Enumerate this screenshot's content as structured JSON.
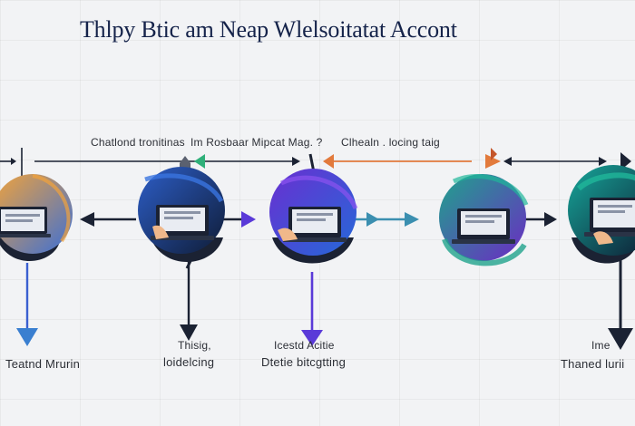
{
  "title": "Thlpy Btic am Neap Wlelsoitatat Accont",
  "top_labels": [
    "Chatlond tronitinas",
    "Im Rosbaar Mipcat Mag. ?",
    "Clhealn . locing taig"
  ],
  "bottom_labels": [
    {
      "line1": "",
      "line2": "Teatnd Mrurin"
    },
    {
      "line1": "Thisig,",
      "line2": "loidelcing"
    },
    {
      "line1": "Icestd Acitie",
      "line2": "Dtetie bitcgtting"
    },
    {
      "line1": "Ime",
      "line2": "Thaned lurii"
    }
  ],
  "nodes": [
    {
      "id": "node-1",
      "gradient": [
        "#f2a33a",
        "#3b6fd6"
      ]
    },
    {
      "id": "node-2",
      "gradient": [
        "#2d5ec8",
        "#0f1c36"
      ]
    },
    {
      "id": "node-3",
      "gradient": [
        "#6a2fd1",
        "#2469d8"
      ]
    },
    {
      "id": "node-4",
      "gradient": [
        "#1fa38c",
        "#6c2ac4"
      ]
    },
    {
      "id": "node-5",
      "gradient": [
        "#17a79a",
        "#0d1830"
      ]
    }
  ],
  "colors": {
    "title": "#15234a",
    "dark_arrow": "#1b2233",
    "blue_arrow": "#3a5fd0",
    "teal_arrow": "#3b8fb0",
    "violet_arrow": "#5a3ad8",
    "orange_arrow": "#e27a3c",
    "green_arrow": "#2fb07a"
  }
}
